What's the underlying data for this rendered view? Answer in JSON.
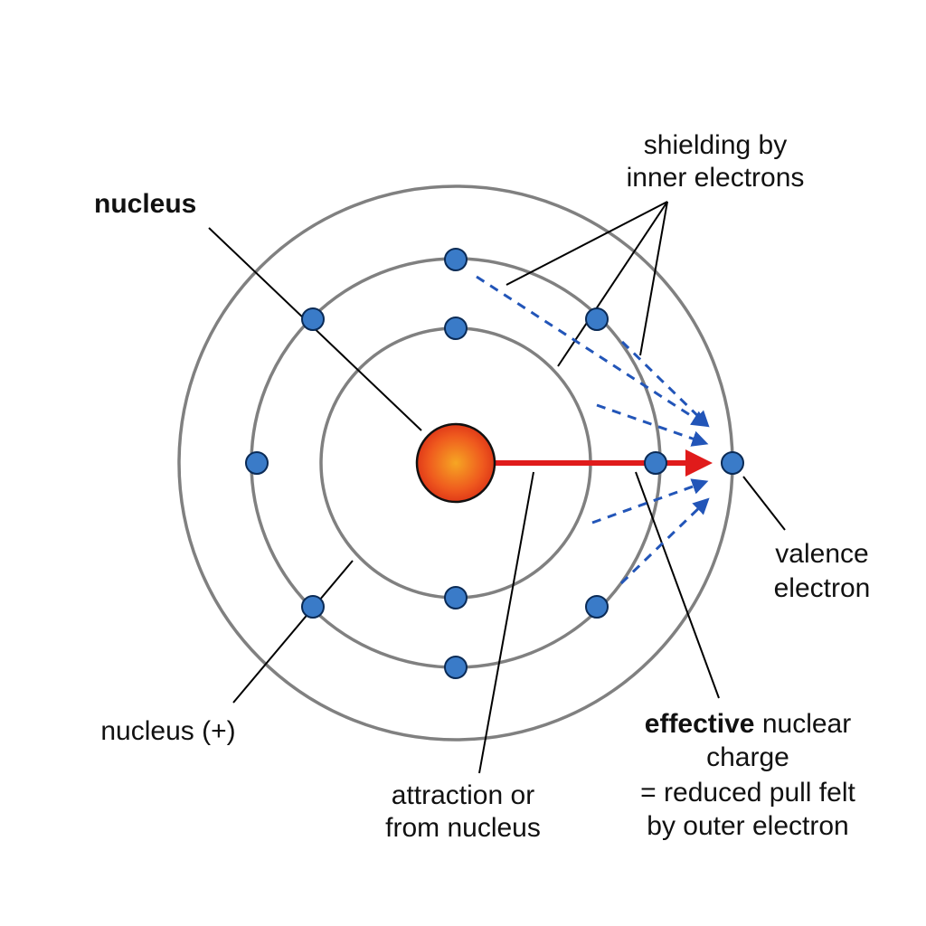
{
  "labels": {
    "nucleus_title": "nucleus",
    "shielding_line1": "shielding by",
    "shielding_line2": "inner electrons",
    "valence_line1": "valence",
    "valence_line2": "electron",
    "nucleus_plus": "nucleus (+)",
    "attraction_line1": "attraction or",
    "attraction_line2": "from nucleus",
    "effective_bold": "effective",
    "effective_rest": " nuclear",
    "effective_line2": "charge",
    "effective_line3": "= reduced pull felt",
    "effective_line4": "by outer electron"
  },
  "colors": {
    "electron": "#3a7bc8",
    "shell": "#808080",
    "attraction_arrow": "#e01b1b",
    "shielding_arrows": "#2255b8",
    "nucleus_core": "#f6a623",
    "nucleus_edge": "#e8401a"
  },
  "electrons": {
    "shell_1": 2,
    "shell_2": 8,
    "shell_3": 1
  }
}
